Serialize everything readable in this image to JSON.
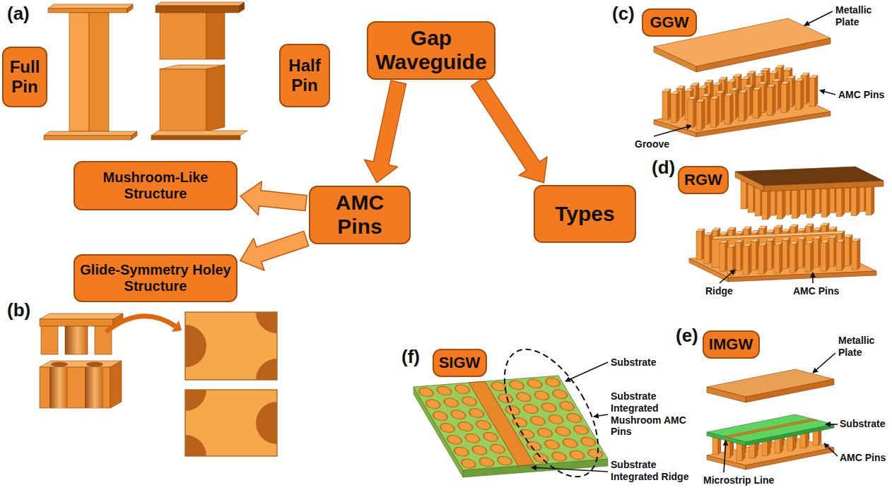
{
  "diagram": {
    "nodes": [
      {
        "text": [
          "Full Pin"
        ]
      },
      {
        "text": [
          "Half Pin"
        ]
      },
      {
        "text": [
          "Gap Waveguide"
        ]
      },
      {
        "text": [
          "GGW"
        ]
      },
      {
        "text": [
          "Mushroom-Like Structure"
        ]
      },
      {
        "text": [
          "AMC Pins"
        ]
      },
      {
        "text": [
          "Types"
        ]
      },
      {
        "text": [
          "RGW"
        ]
      },
      {
        "text": [
          "Glide-Symmetry Holey Structure"
        ]
      },
      {
        "text": [
          "IMGW"
        ]
      },
      {
        "text": [
          "SIGW"
        ]
      }
    ],
    "edges": [
      {
        "from": 2,
        "to": 5,
        "arrow": "to"
      },
      {
        "from": 2,
        "to": 6,
        "arrow": "to"
      },
      {
        "from": 5,
        "to": 4,
        "arrow": "to"
      },
      {
        "from": 5,
        "to": 8,
        "arrow": "to"
      }
    ],
    "labels": [
      "(a)",
      "(b)",
      "(c)",
      "(d)",
      "(e)",
      "(f)",
      "Metallic Plate",
      "Groove",
      "AMC Pins",
      "Ridge",
      "AMC Pins",
      "Substrate",
      "Substrate Integrated Mushroom AMC Pins",
      "Substrate Integrated Ridge",
      "Metallic Plate",
      "Substrate",
      "AMC Pins",
      "Microstrip Line"
    ]
  }
}
